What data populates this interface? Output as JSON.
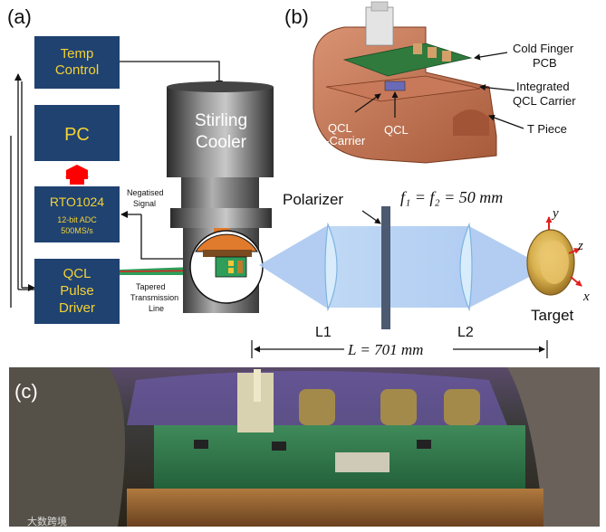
{
  "panel_a": {
    "label": "(a)",
    "temp_control": [
      "Temp",
      "Control"
    ],
    "pc": "PC",
    "rto": "RTO1024",
    "rto_sub": [
      "12-bit ADC",
      "500MS/s"
    ],
    "pulse_driver": [
      "QCL",
      "Pulse",
      "Driver"
    ],
    "cooler": [
      "Stirling",
      "Cooler"
    ],
    "negatised": [
      "Negatised",
      "Signal"
    ],
    "tapered": [
      "Tapered",
      "Transmission",
      "Line"
    ]
  },
  "panel_b": {
    "label": "(b)",
    "cold_finger": [
      "Cold Finger",
      "PCB"
    ],
    "integrated": [
      "Integrated",
      "QCL Carrier"
    ],
    "t_piece": "T Piece",
    "qcl": "QCL",
    "qcl_sub": [
      "QCL",
      "Sub-Carrier"
    ]
  },
  "optics": {
    "polarizer": "Polarizer",
    "focal": "f₁ = f₂ = 50 mm",
    "l1": "L1",
    "l2": "L2",
    "target": "Target",
    "length": "L = 701 mm",
    "axis_y": "y",
    "axis_z": "z",
    "axis_x": "x"
  },
  "panel_c": {
    "label": "(c)",
    "watermark": "大数跨境"
  }
}
